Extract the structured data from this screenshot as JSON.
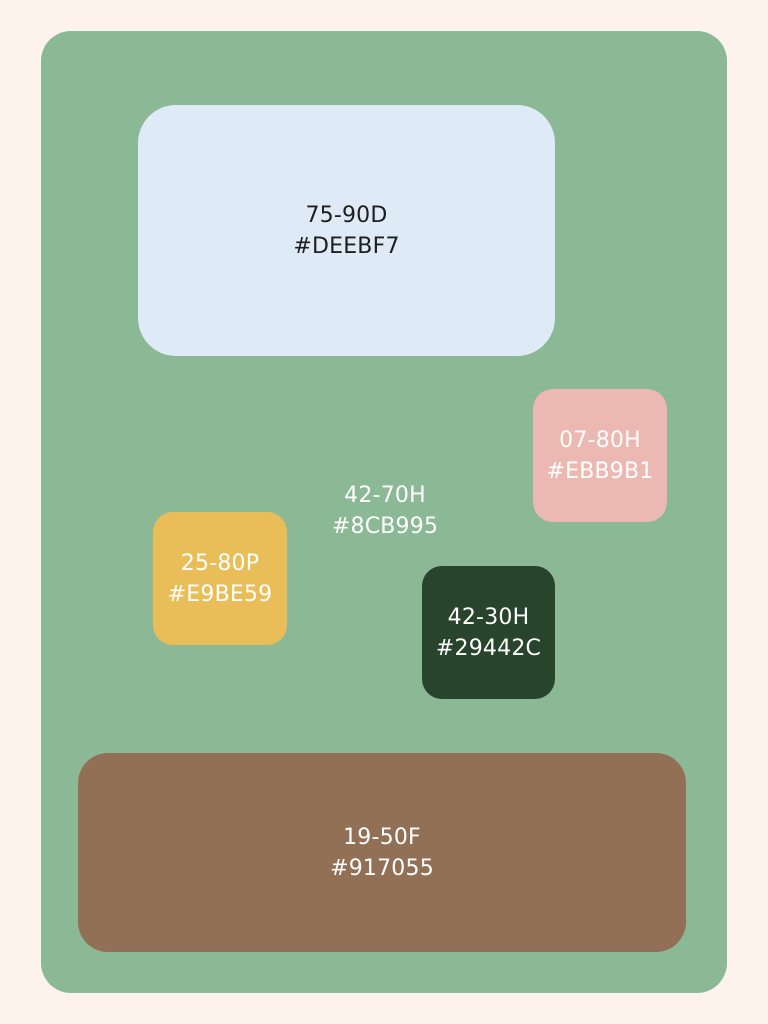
{
  "page": {
    "background_color": "#FDF3EC"
  },
  "board": {
    "color": "#8CB995",
    "code": "42-70H",
    "hex": "#8CB995",
    "text_color": "#FFFFFF"
  },
  "swatches": [
    {
      "id": "light-blue",
      "code": "75-90D",
      "hex": "#DEEBF7",
      "color": "#DEEBF7",
      "text_color": "#1E1E1E"
    },
    {
      "id": "pink",
      "code": "07-80H",
      "hex": "#EBB9B1",
      "color": "#EBB9B1",
      "text_color": "#FFFFFF"
    },
    {
      "id": "yellow",
      "code": "25-80P",
      "hex": "#E9BE59",
      "color": "#E9BE59",
      "text_color": "#FFFFFF"
    },
    {
      "id": "dark-green",
      "code": "42-30H",
      "hex": "#29442C",
      "color": "#29442C",
      "text_color": "#FFFFFF"
    },
    {
      "id": "brown",
      "code": "19-50F",
      "hex": "#917055",
      "color": "#917055",
      "text_color": "#FFFFFF"
    }
  ]
}
